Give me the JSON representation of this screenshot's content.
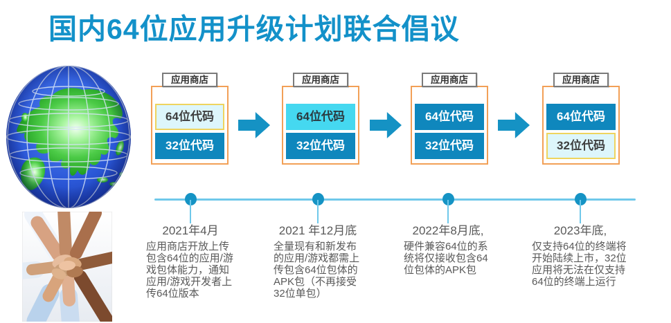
{
  "title": "国内64位应用升级计划联合倡议",
  "colors": {
    "title_blue": "#1391c9",
    "solid_box_teal": "#0f87bd",
    "bright_cyan": "#45d8f0",
    "light_cyan": "#ddf6fb",
    "gold_border": "#eed45e",
    "orange_border": "#f2a057",
    "arrow_blue": "#1592c4",
    "timeline_line": "#6fc8ea",
    "timeline_dot": "#1593c4",
    "body_text_gray": "#595959"
  },
  "icons": {
    "arrow": "right-arrow",
    "globe": "globe-earth-asia",
    "hands": "hands-stacked-teamwork-photo"
  },
  "stages": [
    {
      "store_label": "应用商店",
      "box_64": {
        "label": "64位代码",
        "state": "gold"
      },
      "box_32": {
        "label": "32位代码",
        "state": "solid"
      },
      "date": "2021年4月",
      "description": "应用商店开放上传包含64位的应用/游戏包体能力，通知应用/游戏开发者上传64位版本"
    },
    {
      "store_label": "应用商店",
      "box_64": {
        "label": "64位代码",
        "state": "bright"
      },
      "box_32": {
        "label": "32位代码",
        "state": "solid"
      },
      "date": "2021 年12月底",
      "description": "全量现有和新发布的应用/游戏都需上传包含64位包体的APK包（不再接受32位单包）"
    },
    {
      "store_label": "应用商店",
      "box_64": {
        "label": "64位代码",
        "state": "solid"
      },
      "box_32": {
        "label": "32位代码",
        "state": "solid"
      },
      "date": "2022年8月底,",
      "description": "硬件兼容64位的系统将仅接收包含64位包体的APK包"
    },
    {
      "store_label": "应用商店",
      "box_64": {
        "label": "64位代码",
        "state": "solid"
      },
      "box_32": {
        "label": "32位代码",
        "state": "gold"
      },
      "date": "2023年底,",
      "description": "仅支持64位的终端将开始陆续上市，32位应用将无法在仅支持64位的终端上运行"
    }
  ]
}
